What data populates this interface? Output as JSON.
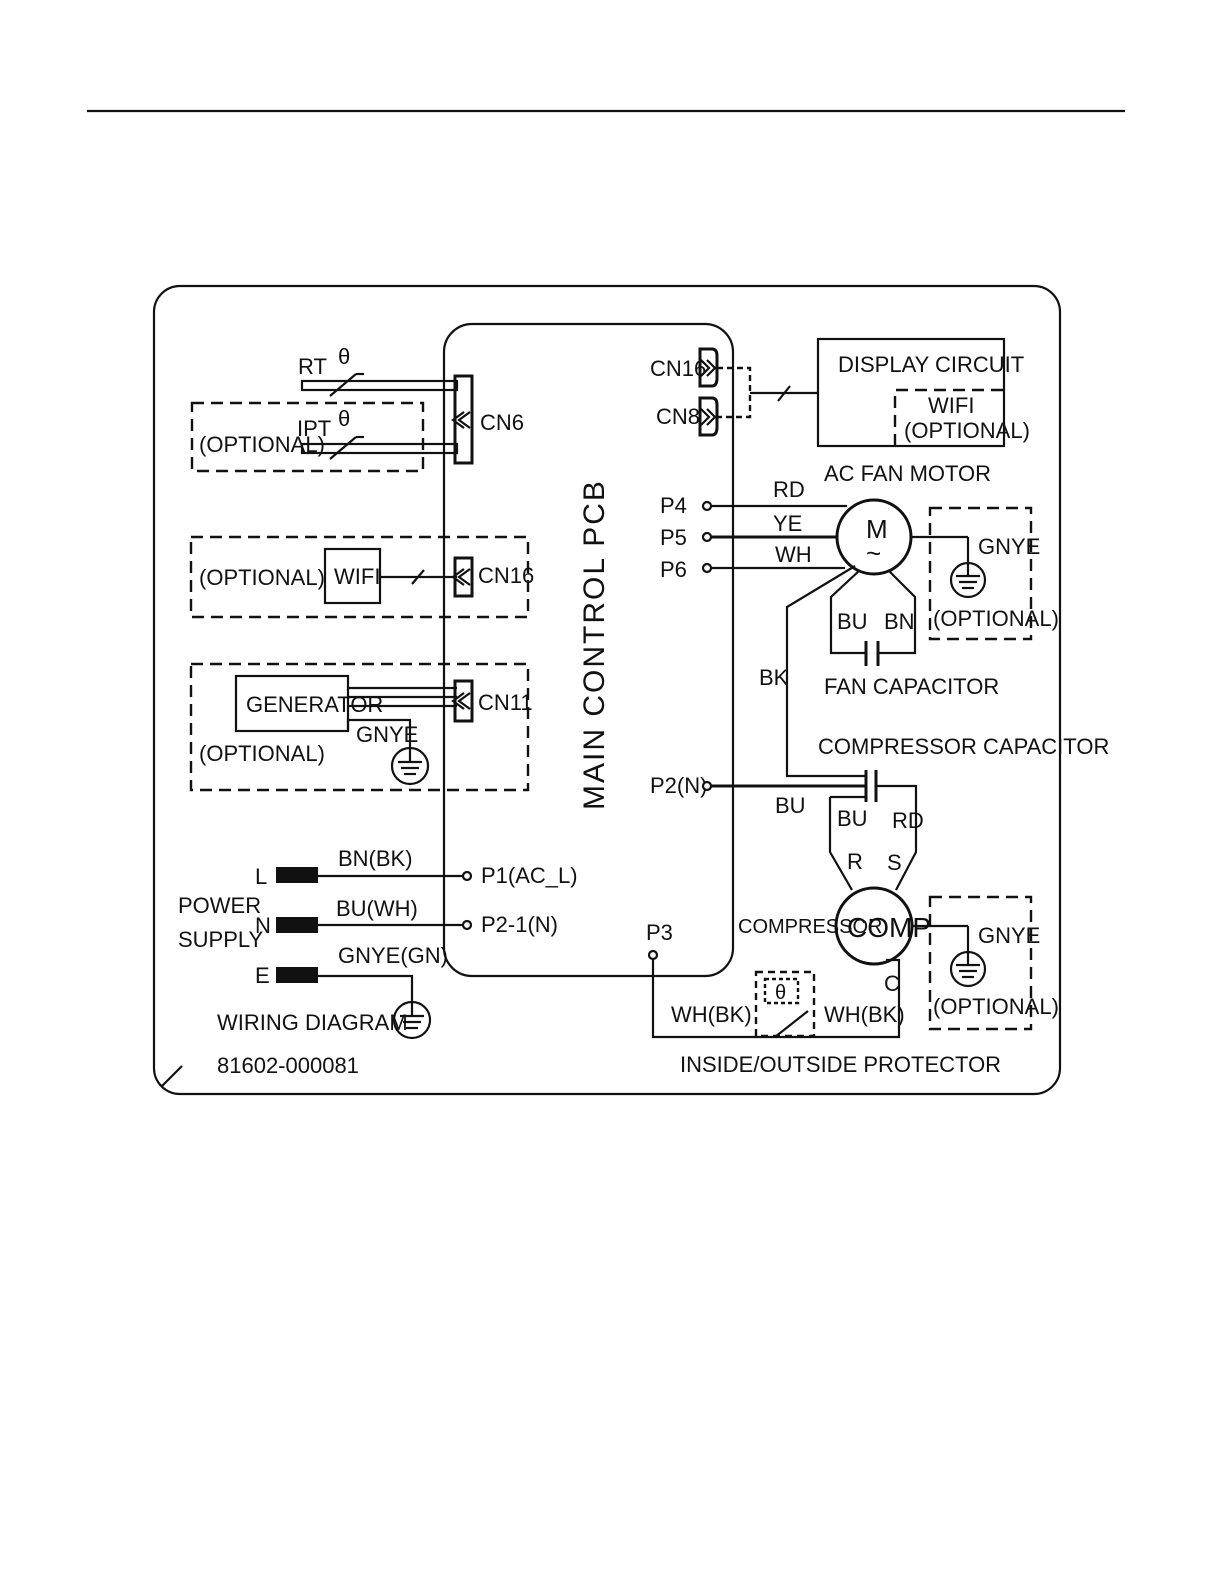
{
  "labels": {
    "rt": "RT",
    "theta": "θ",
    "ipt": "IPT",
    "optional": "(OPTIONAL)",
    "cn6": "CN6",
    "cn16": "CN16",
    "cn8": "CN8",
    "cn11": "CN11",
    "wifi": "WIFI",
    "wifi_optional": "(OPTIONAL)",
    "generator": "GENERATOR",
    "gnye": "GNYE",
    "main_control_pcb": "MAIN CONTROL PCB",
    "display_circuit": "DISPLAY  CIRCUIT",
    "ac_fan_motor": "AC FAN MOTOR",
    "p4": "P4",
    "p5": "P5",
    "p6": "P6",
    "rd": "RD",
    "ye": "YE",
    "wh": "WH",
    "motor_m": "M",
    "motor_tilde": "~",
    "bu": "BU",
    "bn": "BN",
    "bk": "BK",
    "fan_capacitor": "FAN CAPACITOR",
    "compressor_capacitor": "COMPRESSOR CAPACITOR",
    "p2n": "P2(N)",
    "r": "R",
    "s": "S",
    "c": "C",
    "compressor": "COMPRESSOR",
    "comp": "COMP",
    "p3": "P3",
    "wh_bk": "WH(BK)",
    "protector": "INSIDE/OUTSIDE PROTECTOR",
    "l": "L",
    "n": "N",
    "e": "E",
    "power": "POWER",
    "supply": "SUPPLY",
    "bn_bk": "BN(BK)",
    "bu_wh": "BU(WH)",
    "gnye_gn": "GNYE(GN)",
    "p1": "P1(AC_L)",
    "p21": "P2-1(N)",
    "wiring_diagram": "WIRING DIAGRAM",
    "diagram_number": "81602-000081"
  }
}
